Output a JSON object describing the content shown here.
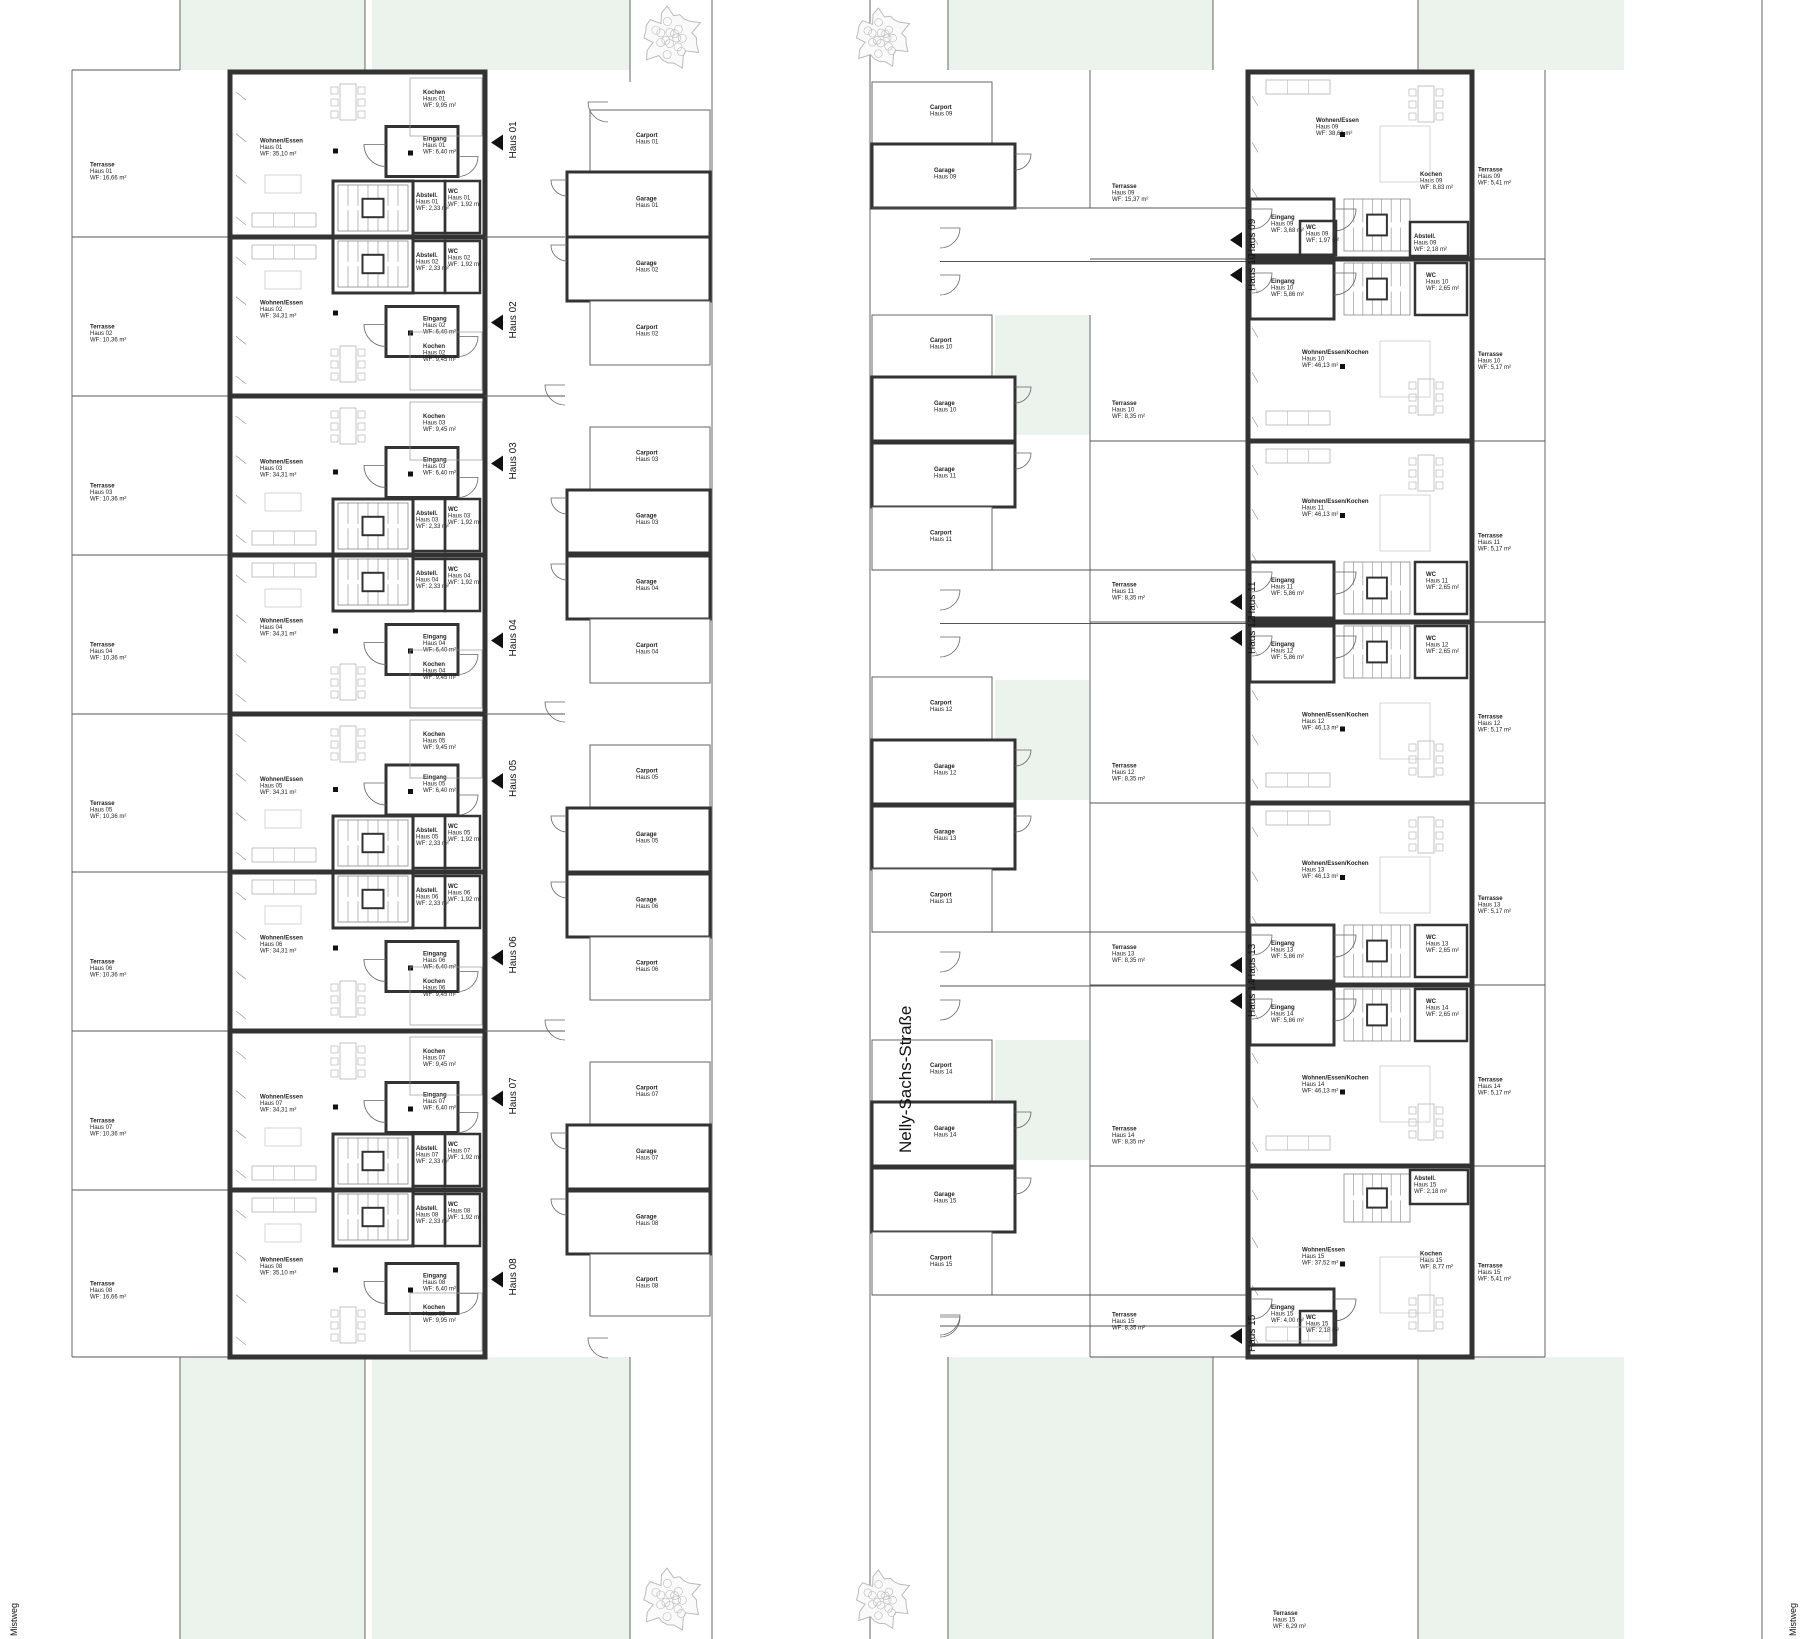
{
  "street_name": "Nelly-Sachs-Straße",
  "side_path": "Mistweg",
  "colors": {
    "green": "#ecf2ec",
    "wall": "#333333",
    "line": "#555555",
    "tree": "#bbbbbb"
  },
  "left_houses": [
    {
      "n": "01",
      "wohnen": "Wohnen/Essen",
      "wohnen_wf": "35,10 m²",
      "kochen_wf": "9,95 m²",
      "eingang_wf": "6,40 m²",
      "abstell_wf": "2,33 m²",
      "wc_wf": "1,92 m²",
      "terrasse_wf": "16,66 m²",
      "arrow": "Haus 01",
      "carport": "Carport",
      "garage": "Garage"
    },
    {
      "n": "02",
      "wohnen": "Wohnen/Essen",
      "wohnen_wf": "34,31 m²",
      "kochen_wf": "9,45 m²",
      "eingang_wf": "6,40 m²",
      "abstell_wf": "2,33 m²",
      "wc_wf": "1,92 m²",
      "terrasse_wf": "10,36 m²",
      "arrow": "Haus 02",
      "carport": "Carport",
      "garage": "Garage"
    },
    {
      "n": "03",
      "wohnen": "Wohnen/Essen",
      "wohnen_wf": "34,31 m²",
      "kochen_wf": "9,45 m²",
      "eingang_wf": "6,40 m²",
      "abstell_wf": "2,33 m²",
      "wc_wf": "1,92 m²",
      "terrasse_wf": "10,36 m²",
      "arrow": "Haus 03",
      "carport": "Carport",
      "garage": "Garage"
    },
    {
      "n": "04",
      "wohnen": "Wohnen/Essen",
      "wohnen_wf": "34,31 m²",
      "kochen_wf": "9,45 m²",
      "eingang_wf": "6,40 m²",
      "abstell_wf": "2,33 m²",
      "wc_wf": "1,92 m²",
      "terrasse_wf": "10,36 m²",
      "arrow": "Haus 04",
      "carport": "Carport",
      "garage": "Garage"
    },
    {
      "n": "05",
      "wohnen": "Wohnen/Essen",
      "wohnen_wf": "34,31 m²",
      "kochen_wf": "9,45 m²",
      "eingang_wf": "6,40 m²",
      "abstell_wf": "2,33 m²",
      "wc_wf": "1,92 m²",
      "terrasse_wf": "10,36 m²",
      "arrow": "Haus 05",
      "carport": "Carport",
      "garage": "Garage"
    },
    {
      "n": "06",
      "wohnen": "Wohnen/Essen",
      "wohnen_wf": "34,31 m²",
      "kochen_wf": "9,45 m²",
      "eingang_wf": "6,40 m²",
      "abstell_wf": "2,33 m²",
      "wc_wf": "1,92 m²",
      "terrasse_wf": "10,36 m²",
      "arrow": "Haus 06",
      "carport": "Carport",
      "garage": "Garage"
    },
    {
      "n": "07",
      "wohnen": "Wohnen/Essen",
      "wohnen_wf": "34,31 m²",
      "kochen_wf": "9,45 m²",
      "eingang_wf": "6,40 m²",
      "abstell_wf": "2,33 m²",
      "wc_wf": "1,92 m²",
      "terrasse_wf": "10,36 m²",
      "arrow": "Haus 07",
      "carport": "Carport",
      "garage": "Garage"
    },
    {
      "n": "08",
      "wohnen": "Wohnen/Essen",
      "wohnen_wf": "35,10 m²",
      "kochen_wf": "9,95 m²",
      "eingang_wf": "6,40 m²",
      "abstell_wf": "2,33 m²",
      "wc_wf": "1,92 m²",
      "terrasse_wf": "16,66 m²",
      "arrow": "Haus 08",
      "carport": "Carport",
      "garage": "Garage"
    }
  ],
  "right_houses": [
    {
      "n": "09",
      "wohnen": "Wohnen/Essen",
      "wohnen_wf": "38,61 m²",
      "kochen": "Kochen",
      "kochen_wf": "8,83 m²",
      "eingang_wf": "3,68 m²",
      "wc_wf": "1,97 m²",
      "abstell_wf": "2,18 m²",
      "terrasse_wf": "15,37 m²",
      "terr2_wf": "5,41 m²",
      "arrow": "Haus 09",
      "carport": "Carport",
      "garage": "Garage"
    },
    {
      "n": "10",
      "wohnen": "Wohnen/Essen/Kochen",
      "wohnen_wf": "46,13 m²",
      "eingang_wf": "5,86 m²",
      "wc_wf": "2,65 m²",
      "terrasse_wf": "8,35 m²",
      "terr2_wf": "5,17 m²",
      "arrow": "Haus 10",
      "carport": "Carport",
      "garage": "Garage"
    },
    {
      "n": "11",
      "wohnen": "Wohnen/Essen/Kochen",
      "wohnen_wf": "46,13 m²",
      "eingang_wf": "5,86 m²",
      "wc_wf": "2,65 m²",
      "terrasse_wf": "8,35 m²",
      "terr2_wf": "5,17 m²",
      "arrow": "Haus 11",
      "carport": "Carport",
      "garage": "Garage"
    },
    {
      "n": "12",
      "wohnen": "Wohnen/Essen/Kochen",
      "wohnen_wf": "46,13 m²",
      "eingang_wf": "5,86 m²",
      "wc_wf": "2,65 m²",
      "terrasse_wf": "8,35 m²",
      "terr2_wf": "5,17 m²",
      "arrow": "Haus 12",
      "carport": "Carport",
      "garage": "Garage"
    },
    {
      "n": "13",
      "wohnen": "Wohnen/Essen/Kochen",
      "wohnen_wf": "46,13 m²",
      "eingang_wf": "5,86 m²",
      "wc_wf": "2,65 m²",
      "terrasse_wf": "8,35 m²",
      "terr2_wf": "5,17 m²",
      "arrow": "Haus 13",
      "carport": "Carport",
      "garage": "Garage"
    },
    {
      "n": "14",
      "wohnen": "Wohnen/Essen/Kochen",
      "wohnen_wf": "46,13 m²",
      "eingang_wf": "5,86 m²",
      "wc_wf": "2,65 m²",
      "terrasse_wf": "8,35 m²",
      "terr2_wf": "5,17 m²",
      "arrow": "Haus 14",
      "carport": "Carport",
      "garage": "Garage"
    },
    {
      "n": "15",
      "wohnen": "Wohnen/Essen",
      "wohnen_wf": "37,52 m²",
      "kochen": "Kochen",
      "kochen_wf": "8,77 m²",
      "eingang_wf": "4,00 m²",
      "wc_wf": "2,18 m²",
      "abstell_wf": "2,18 m²",
      "terrasse_wf": "8,35 m²",
      "terr2_wf": "5,41 m²",
      "terr3_wf": "6,29 m²",
      "arrow": "Haus 15",
      "carport": "Carport",
      "garage": "Garage"
    }
  ],
  "labels": {
    "haus_prefix": "Haus",
    "wf": "WF:",
    "kochen": "Kochen",
    "eingang": "Eingang",
    "abstell": "Abstell.",
    "wc": "WC",
    "terrasse": "Terrasse"
  }
}
